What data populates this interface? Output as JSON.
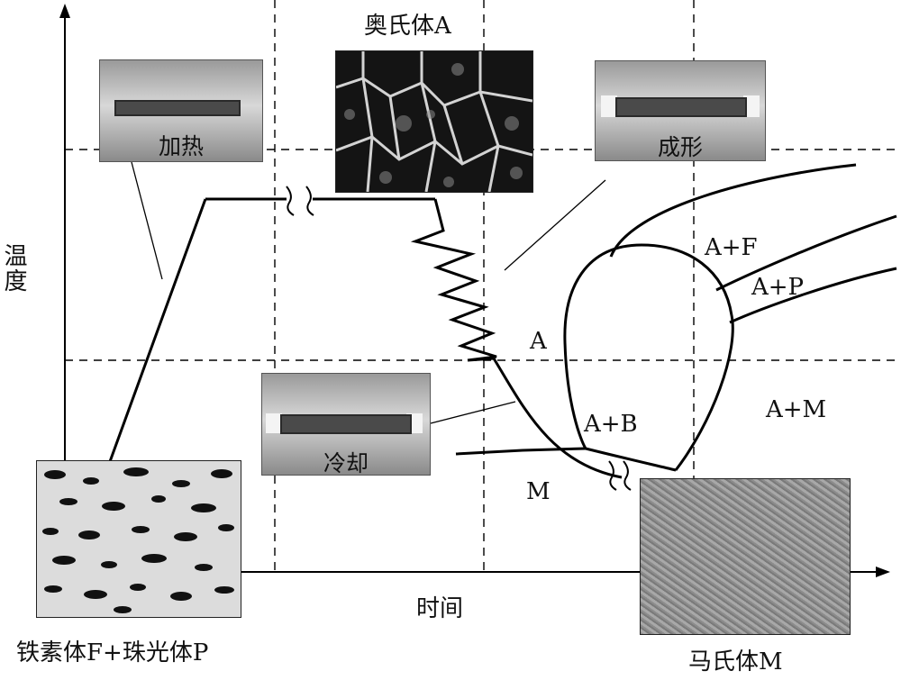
{
  "axes": {
    "y_label": "温度",
    "x_label": "时间"
  },
  "stages": {
    "heating": "加热",
    "austenite_photo": "奥氏体A",
    "forming": "成形",
    "cooling": "冷却",
    "initial_photo": "铁素体F+珠光体P",
    "martensite_photo": "马氏体M"
  },
  "phases": {
    "a": "A",
    "a_f": "A+F",
    "a_p": "A+P",
    "a_b": "A+B",
    "a_m": "A+M",
    "m": "M"
  }
}
